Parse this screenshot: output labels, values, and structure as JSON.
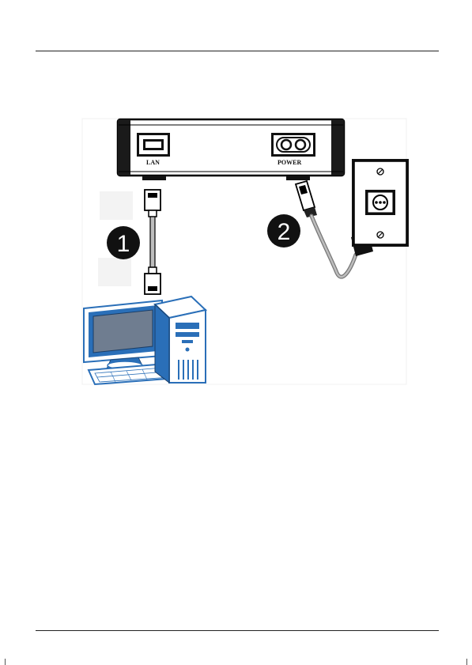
{
  "device": {
    "lan_port_label": "LAN",
    "power_port_label": "POWER"
  },
  "steps": [
    {
      "number": "1"
    },
    {
      "number": "2"
    }
  ],
  "icons": [
    "ethernet-port-icon",
    "power-socket-icon",
    "wall-outlet-icon",
    "desktop-computer-icon",
    "power-plug-icon",
    "ethernet-cable-icon"
  ],
  "colors": {
    "computer_blue": "#2a6fb8",
    "monitor_screen": "#6f7d90",
    "step_badge": "#111111",
    "cable_gray": "#9a9a9a"
  }
}
